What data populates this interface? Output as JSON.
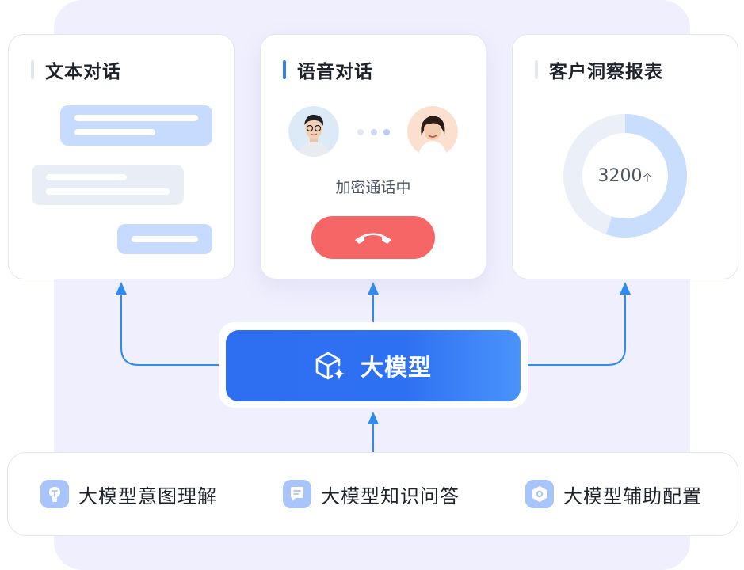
{
  "cards": {
    "text_chat": {
      "title": "文本对话"
    },
    "voice_chat": {
      "title": "语音对话",
      "status": "加密通话中"
    },
    "report": {
      "title": "客户洞察报表",
      "value": "3200",
      "unit": "个",
      "ring_fill_fraction": 0.55
    }
  },
  "center": {
    "label": "大模型"
  },
  "features": [
    {
      "label": "大模型意图理解",
      "icon": "lightbulb-icon"
    },
    {
      "label": "大模型知识问答",
      "icon": "chat-icon"
    },
    {
      "label": "大模型辅助配置",
      "icon": "settings-hex-icon"
    }
  ],
  "colors": {
    "accent": "#2d6ff0",
    "connector": "#2f8bef",
    "hangup": "#f76666",
    "bubble_blue": "#c6dbff",
    "bubble_gray": "#e9eef6",
    "ring": "#c9defc"
  }
}
